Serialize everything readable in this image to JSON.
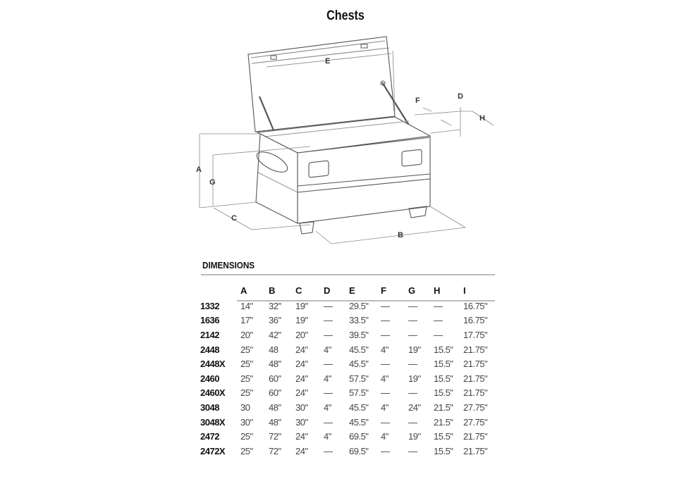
{
  "title": "Chests",
  "diagram": {
    "labels": [
      "A",
      "B",
      "C",
      "D",
      "E",
      "F",
      "G",
      "H"
    ]
  },
  "dimensions": {
    "heading": "DIMENSIONS",
    "columns": [
      "A",
      "B",
      "C",
      "D",
      "E",
      "F",
      "G",
      "H",
      "I"
    ],
    "rows": [
      {
        "model": "1332",
        "values": [
          "14\"",
          "32\"",
          "19\"",
          "—",
          "29.5\"",
          "—",
          "—",
          "—",
          "16.75\""
        ]
      },
      {
        "model": "1636",
        "values": [
          "17\"",
          "36\"",
          "19\"",
          "—",
          "33.5\"",
          "—",
          "—",
          "—",
          "16.75\""
        ]
      },
      {
        "model": "2142",
        "values": [
          "20\"",
          "42\"",
          "20\"",
          "—",
          "39.5\"",
          "—",
          "—",
          "—",
          "17.75\""
        ]
      },
      {
        "model": "2448",
        "values": [
          "25\"",
          "48",
          "24\"",
          "4\"",
          "45.5\"",
          "4\"",
          "19\"",
          "15.5\"",
          "21.75\""
        ]
      },
      {
        "model": "2448X",
        "values": [
          "25\"",
          "48\"",
          "24\"",
          "—",
          "45.5\"",
          "—",
          "—",
          "15.5\"",
          "21.75\""
        ]
      },
      {
        "model": "2460",
        "values": [
          "25\"",
          "60\"",
          "24\"",
          "4\"",
          "57.5\"",
          "4\"",
          "19\"",
          "15.5\"",
          "21.75\""
        ]
      },
      {
        "model": "2460X",
        "values": [
          "25\"",
          "60\"",
          "24\"",
          "—",
          "57.5\"",
          "—",
          "—",
          "15.5\"",
          "21.75\""
        ]
      },
      {
        "model": "3048",
        "values": [
          "30",
          "48\"",
          "30\"",
          "4\"",
          "45.5\"",
          "4\"",
          "24\"",
          "21.5\"",
          "27.75\""
        ]
      },
      {
        "model": "3048X",
        "values": [
          "30\"",
          "48\"",
          "30\"",
          "—",
          "45.5\"",
          "—",
          "—",
          "21.5\"",
          "27.75\""
        ]
      },
      {
        "model": "2472",
        "values": [
          "25\"",
          "72\"",
          "24\"",
          "4\"",
          "69.5\"",
          "4\"",
          "19\"",
          "15.5\"",
          "21.75\""
        ]
      },
      {
        "model": "2472X",
        "values": [
          "25\"",
          "72\"",
          "24\"",
          "—",
          "69.5\"",
          "—",
          "—",
          "15.5\"",
          "21.75\""
        ]
      }
    ]
  }
}
